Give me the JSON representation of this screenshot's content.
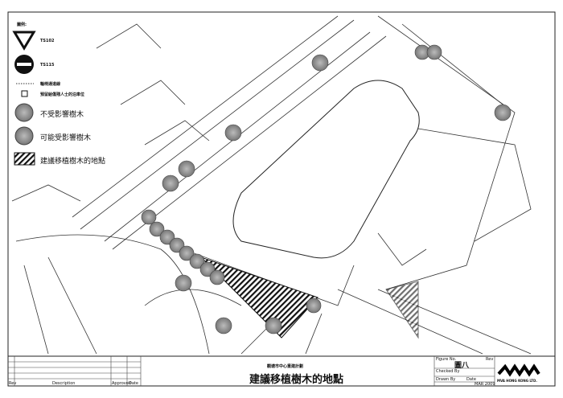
{
  "legend": {
    "title": "圖例:",
    "items": [
      {
        "icon": "give-way-sign-icon",
        "label": "TS102"
      },
      {
        "icon": "no-entry-sign-icon",
        "label": "TS115"
      },
      {
        "icon": "dashed-line-icon",
        "label": "輪椅通道線"
      },
      {
        "icon": "wheelchair-icon",
        "label": "預留給傷殘人士的泊車位"
      },
      {
        "icon": "tree-unaffected-icon",
        "label": "不受影響樹木"
      },
      {
        "icon": "tree-affected-icon",
        "label": "可能受影響樹木"
      },
      {
        "icon": "hatch-icon",
        "label": "建議移植樹木的地點"
      }
    ]
  },
  "title_block": {
    "project": "觀塘市中心重建計劃",
    "drawing_title": "建議移植樹木的地點",
    "figure_no_label": "Figure No.",
    "figure_no": "圖八",
    "rev_label": "Rev",
    "checked_label": "Checked By",
    "drawn_label": "Drawn By",
    "date_label": "Date",
    "date": "MAR 2009",
    "rev_cols": [
      "Rev",
      "Description",
      "Approved",
      "Date"
    ],
    "company": "MVA HONG KONG LTD."
  },
  "colors": {
    "tree": "#9a9a9a",
    "line": "#222222"
  }
}
